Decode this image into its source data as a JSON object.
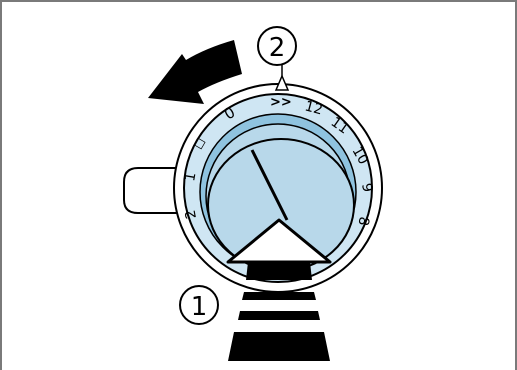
{
  "diagram": {
    "callout_1": "1",
    "callout_2": "2",
    "boost_symbol": ">>",
    "dial_labels": {
      "timer_symbol": "◻",
      "n0": "0",
      "n12": "12",
      "n11": "11",
      "n10": "10",
      "n9": "9",
      "n8": "8",
      "n1": "1",
      "n2": "2"
    },
    "colors": {
      "dial_fill": "#b8d8ea",
      "dial_ring": "#8fc3df",
      "outline": "#000000",
      "knob_body": "#ffffff"
    }
  }
}
